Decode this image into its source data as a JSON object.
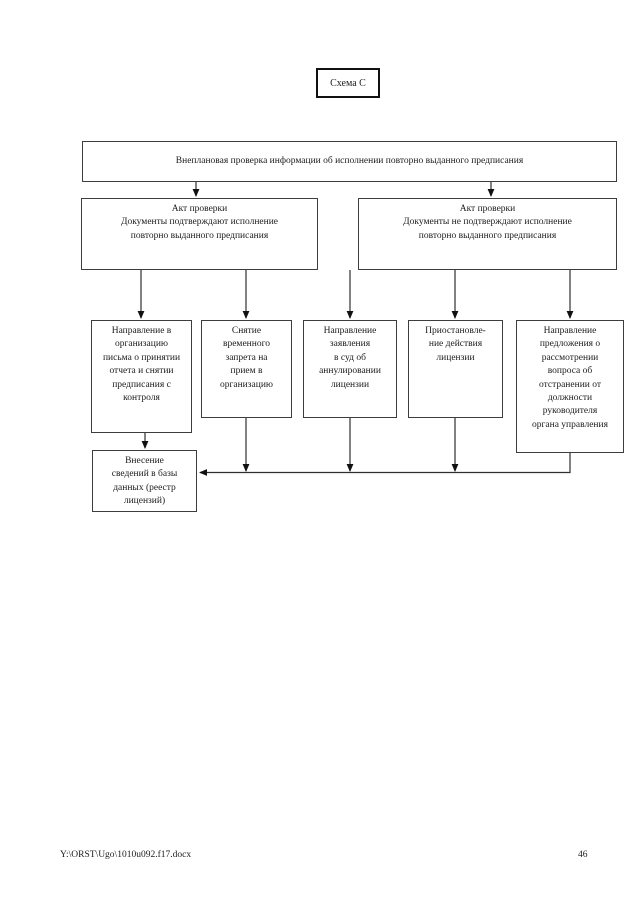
{
  "schema": {
    "title": "Схема С"
  },
  "nodes": {
    "top": {
      "text": "Внеплановая проверка информации об исполнении повторно выданного предписания"
    },
    "akt_confirm": {
      "lines": [
        "Акт проверки",
        "Документы подтверждают исполнение",
        "повторно выданного предписания"
      ]
    },
    "akt_not_confirm": {
      "lines": [
        "Акт проверки",
        "Документы не подтверждают исполнение",
        "повторно выданного предписания"
      ]
    },
    "letter": {
      "lines": [
        "Направление в",
        "организацию",
        "письма о принятии",
        "отчета и снятии",
        "предписания с",
        "контроля"
      ]
    },
    "ban_lift": {
      "lines": [
        "Снятие",
        "временного",
        "запрета на",
        "прием в",
        "организацию"
      ]
    },
    "court": {
      "lines": [
        "Направление",
        "заявления",
        "в суд об",
        "аннулировании",
        "лицензии"
      ]
    },
    "suspend": {
      "lines": [
        "Приостановле-",
        "ние действия",
        "лицензии"
      ]
    },
    "dismiss": {
      "lines": [
        "Направление",
        "предложения о",
        "рассмотрении",
        "вопроса об",
        "отстранении от",
        "должности",
        "руководителя",
        "органа управления"
      ]
    },
    "database": {
      "lines": [
        "Внесение",
        "сведений в базы",
        "данных (реестр",
        "лицензий)"
      ]
    }
  },
  "footer": {
    "file_path": "Y:\\ORST\\Ugo\\1010u092.f17.docx",
    "page_number": "46"
  },
  "colors": {
    "line": "#2f2f2f",
    "border": "#3d3d3d",
    "text": "#1c1c1c"
  }
}
